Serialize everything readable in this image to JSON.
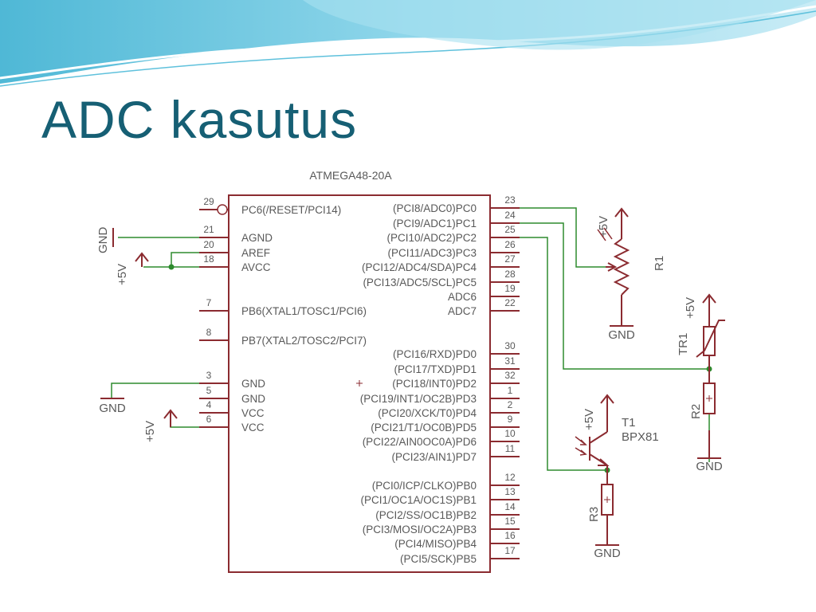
{
  "slide": {
    "title": "ADC kasutus"
  },
  "colors": {
    "title": "#165f74",
    "part": "#8b2b30",
    "net": "#2e8b2e",
    "label": "#595959"
  },
  "chip": {
    "name": "ATMEGA48-20A",
    "left_pins": [
      {
        "num": "29",
        "label": "PC6(/RESET/PCI14)"
      },
      {
        "num": "21",
        "label": "AGND"
      },
      {
        "num": "20",
        "label": "AREF"
      },
      {
        "num": "18",
        "label": "AVCC"
      },
      {
        "num": "7",
        "label": "PB6(XTAL1/TOSC1/PCI6)"
      },
      {
        "num": "8",
        "label": "PB7(XTAL2/TOSC2/PCI7)"
      },
      {
        "num": "3",
        "label": "GND"
      },
      {
        "num": "5",
        "label": "GND"
      },
      {
        "num": "4",
        "label": "VCC"
      },
      {
        "num": "6",
        "label": "VCC"
      }
    ],
    "right_pins": [
      {
        "num": "23",
        "label": "(PCI8/ADC0)PC0"
      },
      {
        "num": "24",
        "label": "(PCI9/ADC1)PC1"
      },
      {
        "num": "25",
        "label": "(PCI10/ADC2)PC2"
      },
      {
        "num": "26",
        "label": "(PCI11/ADC3)PC3"
      },
      {
        "num": "27",
        "label": "(PCI12/ADC4/SDA)PC4"
      },
      {
        "num": "28",
        "label": "(PCI13/ADC5/SCL)PC5"
      },
      {
        "num": "19",
        "label": "ADC6"
      },
      {
        "num": "22",
        "label": "ADC7"
      },
      {
        "num": "30",
        "label": "(PCI16/RXD)PD0"
      },
      {
        "num": "31",
        "label": "(PCI17/TXD)PD1"
      },
      {
        "num": "32",
        "label": "(PCI18/INT0)PD2"
      },
      {
        "num": "1",
        "label": "(PCI19/INT1/OC2B)PD3"
      },
      {
        "num": "2",
        "label": "(PCI20/XCK/T0)PD4"
      },
      {
        "num": "9",
        "label": "(PCI21/T1/OC0B)PD5"
      },
      {
        "num": "10",
        "label": "(PCI22/AIN0OC0A)PD6"
      },
      {
        "num": "11",
        "label": "(PCI23/AIN1)PD7"
      },
      {
        "num": "12",
        "label": "(PCI0/ICP/CLKO)PB0"
      },
      {
        "num": "13",
        "label": "(PCI1/OC1A/OC1S)PB1"
      },
      {
        "num": "14",
        "label": "(PCI2/SS/OC1B)PB2"
      },
      {
        "num": "15",
        "label": "(PCI3/MOSI/OC2A)PB3"
      },
      {
        "num": "16",
        "label": "(PCI4/MISO)PB4"
      },
      {
        "num": "17",
        "label": "(PCI5/SCK)PB5"
      }
    ]
  },
  "labels": {
    "gnd": "GND",
    "vcc": "+5V",
    "r1": "R1",
    "r2": "R2",
    "r3": "R3",
    "tr1": "TR1",
    "t1": "T1",
    "t1_part": "BPX81"
  }
}
